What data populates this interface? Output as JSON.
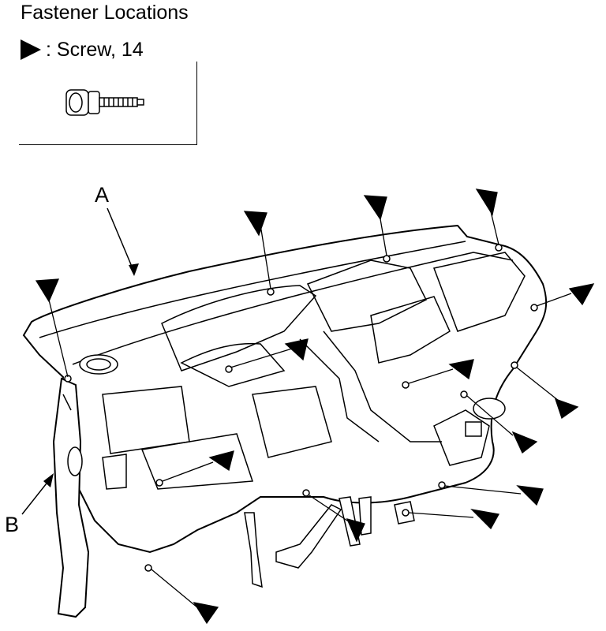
{
  "title": "Fastener Locations",
  "legend": {
    "screw_label": ": Screw, 14"
  },
  "callouts": {
    "a": "A",
    "b": "B"
  }
}
